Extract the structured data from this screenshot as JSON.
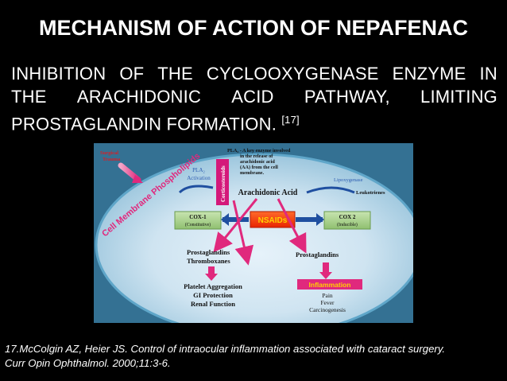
{
  "title": "MECHANISM OF ACTION OF NEPAFENAC",
  "subtitle": {
    "line1_words": [
      "INHIBITION",
      "OF",
      "THE",
      "CYCLOOXYGENASE",
      "ENZYME",
      "IN"
    ],
    "line2_words": [
      "THE",
      "ARACHIDONIC",
      "ACID",
      "PATHWAY,",
      "LIMITING"
    ],
    "line3": "PROSTAGLANDIN FORMATION.",
    "citation": "[17]"
  },
  "diagram": {
    "surgical_trauma": [
      "Surgical",
      "Trauma"
    ],
    "membrane_label": "Cell Membrane Phospholipids",
    "pla2_note": [
      "PLA₂ - A key enzyme involved",
      "in the release of",
      "arachidonic acid",
      "(AA) from the cell",
      "membrane."
    ],
    "pla2_activation": [
      "PLA₂",
      "Activation"
    ],
    "corticosteroids": "Corticosteroids",
    "arachidonic_acid": "Arachidonic Acid",
    "lipoxygenase": "Lipoxygenase",
    "leukotrienes": "Leukotrienes",
    "cox1": [
      "COX-1",
      "(Constitutive)"
    ],
    "cox2": [
      "COX 2",
      "(Inducible)"
    ],
    "nsaids": "NSAIDs",
    "pg_left": [
      "Prostaglandins",
      "Thromboxanes"
    ],
    "effects_left": [
      "Platelet Aggregation",
      "GI Protection",
      "Renal Function"
    ],
    "pg_right": "Prostaglandins",
    "inflammation": "Inflammation",
    "effects_right": [
      "Pain",
      "Fever",
      "Carcinogenesis"
    ],
    "colors": {
      "ellipse": "#5fa6c9",
      "accent_pink": "#e0297d",
      "box_green": "#a9d08e",
      "arrow_blue": "#1f4fa0",
      "nsaid_box": "#ff3300"
    }
  },
  "reference": [
    "17.McColgin AZ, Heier JS. Control of intraocular inflammation associated with cataract surgery.",
    "Curr Opin Ophthalmol. 2000;11:3-6."
  ]
}
